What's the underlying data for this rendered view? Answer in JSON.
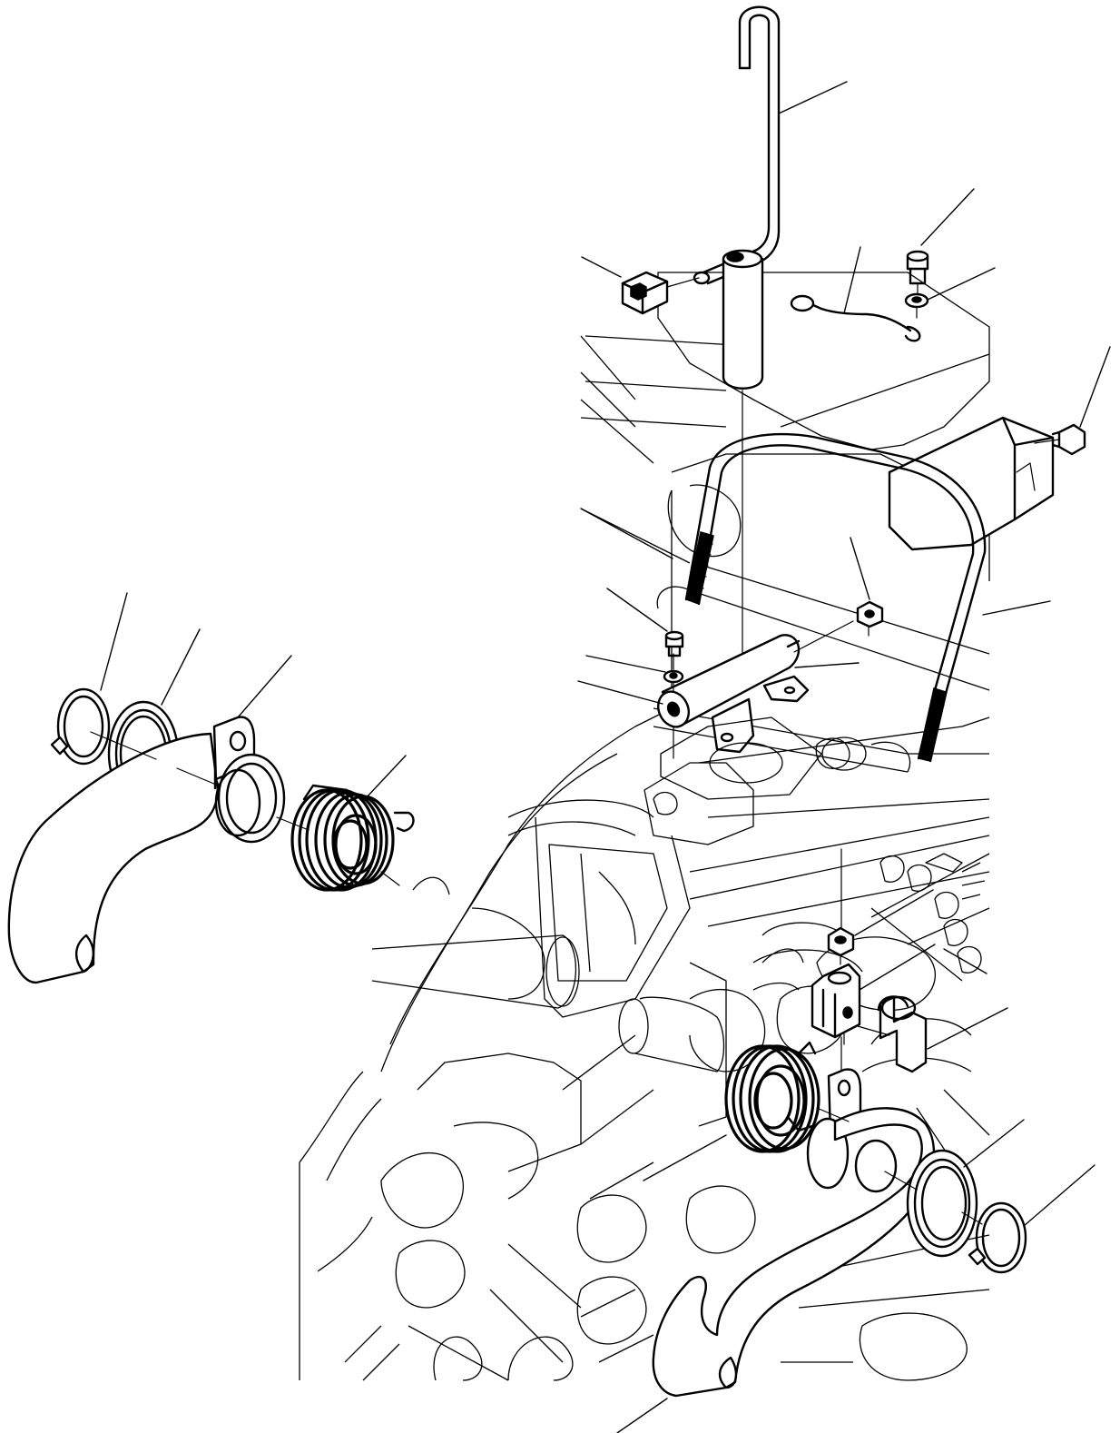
{
  "diagram": {
    "style": "exploded parts view, black line art on white",
    "colors": {
      "line": "#000000",
      "background": "#ffffff"
    },
    "parts": [
      "hook-lever-rod",
      "rubber-block",
      "lanyard-cable",
      "bolt",
      "washer",
      "acorn-nut",
      "u-bolt",
      "locking-pin",
      "retaining-clip",
      "thrust-washer",
      "hook-lever",
      "torsion-spring",
      "clevis",
      "lock-pin-clip",
      "nut"
    ]
  }
}
